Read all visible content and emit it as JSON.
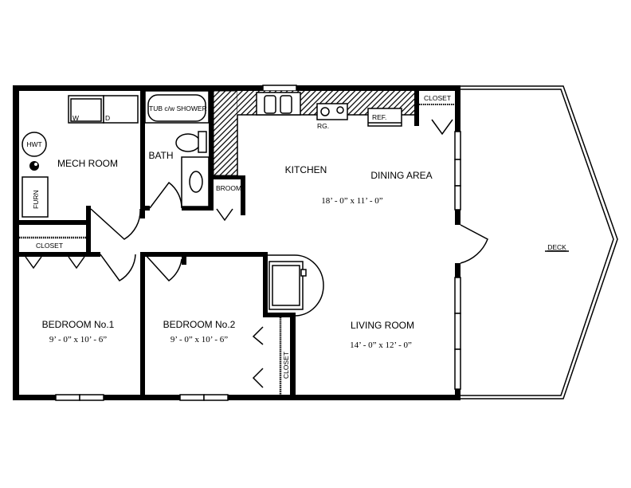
{
  "rooms": {
    "mech_room": "MECH ROOM",
    "bath": "BATH",
    "kitchen": "KITCHEN",
    "dining_area": "DINING AREA",
    "kitchen_dims": "18’ - 0” x 11’ - 0”",
    "broom": "BROOM",
    "bedroom1": "BEDROOM No.1",
    "bedroom1_dims": "9’ - 0” x 10’ - 6”",
    "bedroom2": "BEDROOM No.2",
    "bedroom2_dims": "9’ - 0” x 10’ - 6”",
    "living_room": "LIVING ROOM",
    "living_dims": "14’ - 0” x 12’ - 0”",
    "deck": "DECK"
  },
  "fixtures": {
    "hwt": "HWT",
    "furn": "FURN",
    "washer": "W",
    "dryer": "D",
    "tub": "TUB c/w SHOWER",
    "range": "RG.",
    "fridge": "REF.",
    "closet_kitchen": "CLOSET",
    "closet_bed1": "CLOSET",
    "closet_living": "CLOSET"
  }
}
